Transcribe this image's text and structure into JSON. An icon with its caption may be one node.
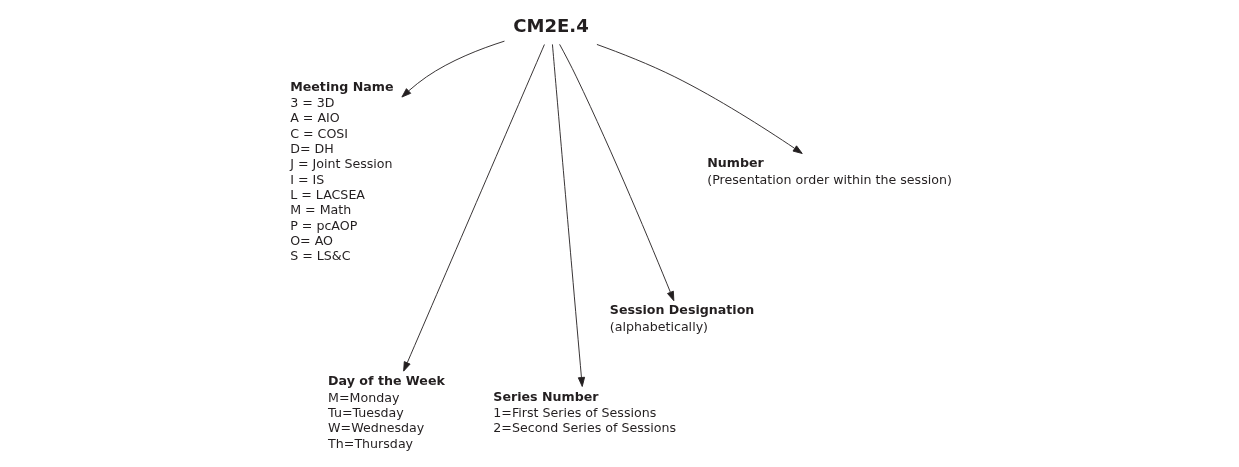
{
  "diagram": {
    "nodes": [
      {
        "text": [
          "CM2E.4"
        ]
      },
      {
        "text": [
          "Meeting Name",
          "3 = 3D",
          "A = AIO",
          "C = COSI",
          "D= DH",
          "J = Joint Session",
          "I = IS",
          "L = LACSEA",
          "M = Math",
          "P = pcAOP",
          "O= AO",
          "S = LS&C"
        ]
      },
      {
        "text": [
          "Day of the Week",
          "M=Monday",
          "Tu=Tuesday",
          "W=Wednesday",
          "Th=Thursday"
        ]
      },
      {
        "text": [
          "Series Number",
          "1=First Series of Sessions",
          "2=Second Series of Sessions"
        ]
      },
      {
        "text": [
          "Session Designation",
          "(alphabetically)"
        ]
      },
      {
        "text": [
          "Number",
          "(Presentation order within the session)"
        ]
      }
    ],
    "edges": [
      {
        "from": 0,
        "to": 1,
        "arrow": "to"
      },
      {
        "from": 0,
        "to": 2,
        "arrow": "to"
      },
      {
        "from": 0,
        "to": 3,
        "arrow": "to"
      },
      {
        "from": 0,
        "to": 4,
        "arrow": "to"
      },
      {
        "from": 0,
        "to": 5,
        "arrow": "to"
      }
    ]
  }
}
